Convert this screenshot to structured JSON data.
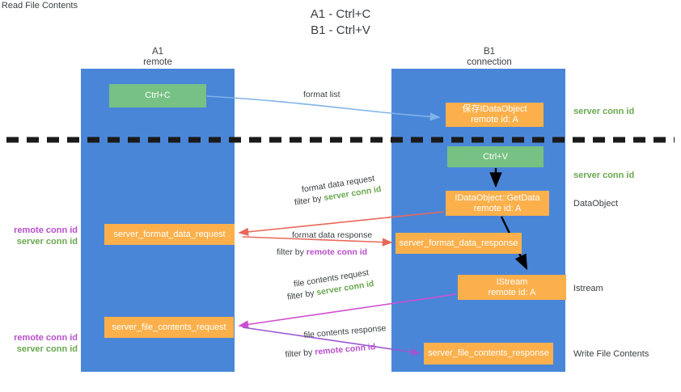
{
  "title": "A1 - Ctrl+C\nB1 - Ctrl+V",
  "lanes": {
    "a1": {
      "name": "A1",
      "role": "remote",
      "header": "A1\nremote"
    },
    "b1": {
      "name": "B1",
      "role": "connection",
      "header": "B1\nconnection"
    }
  },
  "nodes": {
    "ctrl_c": "Ctrl+C",
    "save_idataobject": "保存IDataObject\nremote id: A",
    "ctrl_v": "Ctrl+V",
    "getdata": "IDataObject::GetData\nremote id: A",
    "format_data_request": "server_format_data_request",
    "format_data_response": "server_format_data_response",
    "istream": "IStream\nremote id: A",
    "file_contents_request": "server_file_contents_request",
    "file_contents_response": "server_file_contents_response"
  },
  "side_labels": {
    "server_conn_id_1": "server conn id",
    "server_conn_id_2": "server conn id",
    "dataobject": "DataObject",
    "istream": "Istream",
    "write_file_contents": "Write File Contents",
    "read_file_contents": "Read File Contents",
    "remote_conn_id": "remote conn id",
    "server_conn_id": "server conn id"
  },
  "edge_labels": {
    "format_list": "format list",
    "format_data_request": "format data request",
    "filter_by": "filter by ",
    "filter_server_conn_id": "server conn id",
    "filter_remote_conn_id": "remote conn id",
    "format_data_response": "format data response",
    "file_contents_request": "file contents request",
    "file_contents_response": "file contents response"
  },
  "colors": {
    "lane": "#4a86d8",
    "green_node": "#76c183",
    "orange_node": "#fbb04c",
    "server_conn_id": "#6aa84f",
    "remote_conn_id": "#b84ecb",
    "divider": "#1a1a1a",
    "arrow_blue": "#7fb3e8",
    "arrow_red": "#e8685a",
    "arrow_pink": "#cf4fd0",
    "arrow_purple": "#9b59d0",
    "arrow_black": "#000000"
  }
}
